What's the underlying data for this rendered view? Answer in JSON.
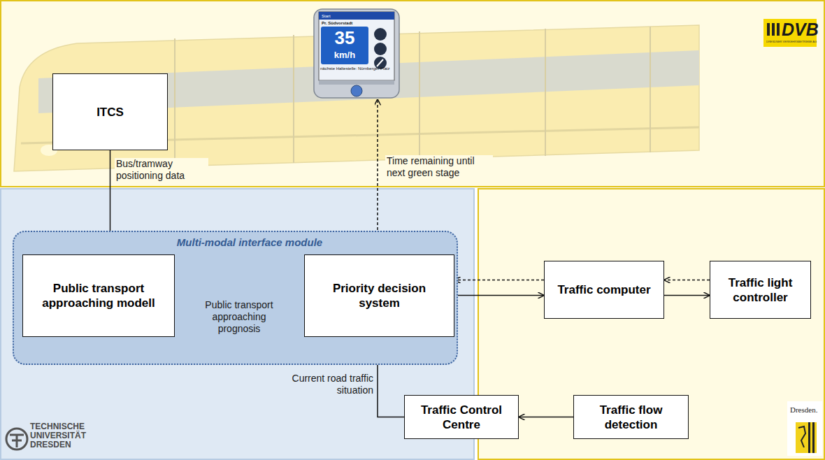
{
  "diagram": {
    "nodes": [
      {
        "text": [
          "Start",
          "Pr. Südvorstadt",
          "35",
          "km/h",
          "nächste Haltestelle: Nürnberger Platz"
        ]
      },
      {
        "text": [
          "ITCS"
        ]
      },
      {
        "text": [
          "Multi-modal interface module"
        ]
      },
      {
        "text": [
          "Public transport approaching modell"
        ],
        "in": 2
      },
      {
        "text": [
          "Priority decision system"
        ],
        "in": 2
      },
      {
        "text": [
          "Traffic computer"
        ]
      },
      {
        "text": [
          "Traffic light controller"
        ]
      },
      {
        "text": [
          "Traffic Control Centre"
        ]
      },
      {
        "text": [
          "Traffic flow detection"
        ]
      }
    ],
    "edges": [
      {
        "from": 1,
        "to": 3,
        "arrow": "to",
        "label": "Bus/tramway positioning data"
      },
      {
        "from": 3,
        "to": 4,
        "arrow": "to",
        "label": "Public transport approaching prognosis"
      },
      {
        "from": 4,
        "to": 0,
        "arrow": "to",
        "label": "Time remaining until next green stage"
      },
      {
        "from": 4,
        "to": 5,
        "arrow": "to"
      },
      {
        "from": 5,
        "to": 4,
        "arrow": "to"
      },
      {
        "from": 5,
        "to": 6,
        "arrow": "to"
      },
      {
        "from": 6,
        "to": 5,
        "arrow": "to"
      },
      {
        "from": 7,
        "to": 4,
        "arrow": "to",
        "label": "Current road traffic situation"
      },
      {
        "from": 8,
        "to": 7,
        "arrow": "to"
      }
    ],
    "labels": [
      "DVB",
      "DRESDNER VERKEHRSBETRIEBE AG",
      "TECHNISCHE UNIVERSITÄT DRESDEN",
      "Dresden."
    ]
  }
}
